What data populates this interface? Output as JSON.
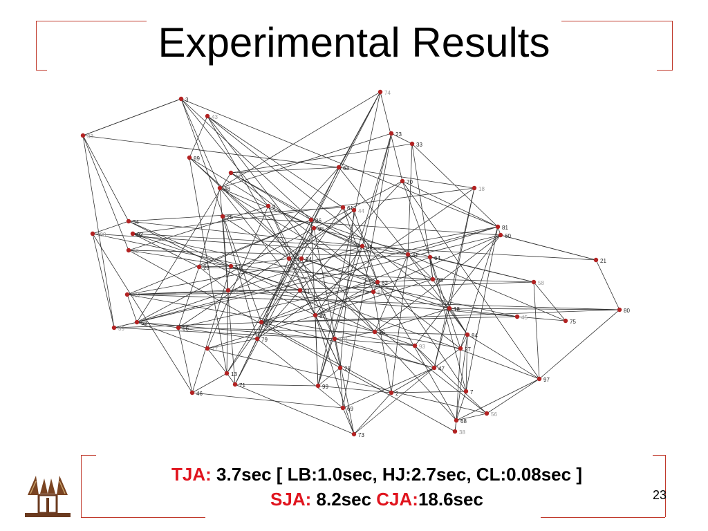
{
  "title": "Experimental Results",
  "results": {
    "tja_label": "TJA:",
    "tja_text": " 3.7sec [ LB:1.0sec, HJ:2.7sec, CL:0.08sec ]",
    "sja_label": "SJA:",
    "sja_value": " 8.2sec ",
    "cja_label": "CJA:",
    "cja_value": "18.6sec"
  },
  "page_number": "23",
  "colors": {
    "accent": "#c0392b",
    "node": "#b22222",
    "edge": "#333333",
    "label_dark": "#222222",
    "label_gray": "#999999"
  },
  "graph": {
    "nodes": [
      {
        "id": "74",
        "label": "74",
        "muted": true
      },
      {
        "id": "3",
        "label": "3",
        "muted": false
      },
      {
        "id": "43",
        "label": "43",
        "muted": true
      },
      {
        "id": "33a",
        "label": "33",
        "muted": true
      },
      {
        "id": "23a",
        "label": "23",
        "muted": false
      },
      {
        "id": "33b",
        "label": "33",
        "muted": false
      },
      {
        "id": "89",
        "label": "89",
        "muted": false
      },
      {
        "id": "63",
        "label": "63",
        "muted": false
      },
      {
        "id": "12",
        "label": "12",
        "muted": true
      },
      {
        "id": "70",
        "label": "70",
        "muted": false
      },
      {
        "id": "18",
        "label": "18",
        "muted": true
      },
      {
        "id": "48",
        "label": "48",
        "muted": false
      },
      {
        "id": "9",
        "label": "9",
        "muted": false
      },
      {
        "id": "61",
        "label": "61",
        "muted": false
      },
      {
        "id": "44",
        "label": "44",
        "muted": true
      },
      {
        "id": "34",
        "label": "34",
        "muted": false
      },
      {
        "id": "25",
        "label": "25",
        "muted": false
      },
      {
        "id": "86",
        "label": "86",
        "muted": false
      },
      {
        "id": "95",
        "label": "95",
        "muted": false
      },
      {
        "id": "81",
        "label": "81",
        "muted": false
      },
      {
        "id": "60",
        "label": "60",
        "muted": false
      },
      {
        "id": "100",
        "label": "100",
        "muted": true
      },
      {
        "id": "92",
        "label": "92",
        "muted": false
      },
      {
        "id": "29",
        "label": "29",
        "muted": true
      },
      {
        "id": "15",
        "label": "15",
        "muted": false
      },
      {
        "id": "41",
        "label": "41",
        "muted": false
      },
      {
        "id": "64",
        "label": "64",
        "muted": false
      },
      {
        "id": "21",
        "label": "21",
        "muted": false
      },
      {
        "id": "14",
        "label": "14",
        "muted": false
      },
      {
        "id": "94",
        "label": "94",
        "muted": false
      },
      {
        "id": "51",
        "label": "51",
        "muted": false
      },
      {
        "id": "23b",
        "label": "23",
        "muted": false
      },
      {
        "id": "98",
        "label": "98",
        "muted": false
      },
      {
        "id": "58",
        "label": "58",
        "muted": true
      },
      {
        "id": "62",
        "label": "62",
        "muted": false
      },
      {
        "id": "88",
        "label": "88",
        "muted": true
      },
      {
        "id": "11",
        "label": "11",
        "muted": false
      },
      {
        "id": "30",
        "label": "30",
        "muted": true
      },
      {
        "id": "102",
        "label": "102",
        "muted": true
      },
      {
        "id": "18b",
        "label": "18",
        "muted": false
      },
      {
        "id": "80",
        "label": "80",
        "muted": false
      },
      {
        "id": "87",
        "label": "87",
        "muted": false
      },
      {
        "id": "45",
        "label": "45",
        "muted": true
      },
      {
        "id": "75",
        "label": "75",
        "muted": false
      },
      {
        "id": "39",
        "label": "39",
        "muted": true
      },
      {
        "id": "52",
        "label": "52",
        "muted": false
      },
      {
        "id": "66",
        "label": "66",
        "muted": false
      },
      {
        "id": "20",
        "label": "20",
        "muted": false
      },
      {
        "id": "26",
        "label": "26",
        "muted": false
      },
      {
        "id": "79",
        "label": "79",
        "muted": false
      },
      {
        "id": "101",
        "label": "101",
        "muted": true
      },
      {
        "id": "84",
        "label": "84",
        "muted": false
      },
      {
        "id": "17",
        "label": "17",
        "muted": true
      },
      {
        "id": "93",
        "label": "93",
        "muted": true
      },
      {
        "id": "27",
        "label": "27",
        "muted": false
      },
      {
        "id": "47",
        "label": "47",
        "muted": false
      },
      {
        "id": "28",
        "label": "28",
        "muted": false
      },
      {
        "id": "97",
        "label": "97",
        "muted": false
      },
      {
        "id": "13",
        "label": "13",
        "muted": false
      },
      {
        "id": "71",
        "label": "71",
        "muted": false
      },
      {
        "id": "99",
        "label": "99",
        "muted": false
      },
      {
        "id": "2",
        "label": "2",
        "muted": false
      },
      {
        "id": "7",
        "label": "7",
        "muted": false
      },
      {
        "id": "46",
        "label": "46",
        "muted": false
      },
      {
        "id": "69",
        "label": "69",
        "muted": false
      },
      {
        "id": "56",
        "label": "56",
        "muted": true
      },
      {
        "id": "68",
        "label": "68",
        "muted": false
      },
      {
        "id": "38",
        "label": "38",
        "muted": true
      },
      {
        "id": "73",
        "label": "73",
        "muted": false
      }
    ]
  }
}
